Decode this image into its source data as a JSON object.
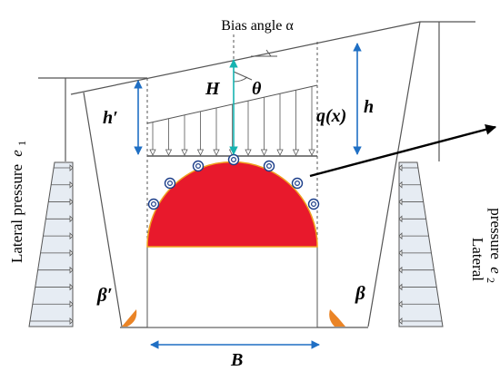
{
  "title": "Bias angle α",
  "labels": {
    "H": "H",
    "theta": "θ",
    "h_prime": "h′",
    "q_x": "q(x)",
    "h": "h",
    "B": "B",
    "beta_prime": "β′",
    "beta": "β",
    "lateral_left_main": "Lateral pressure",
    "lateral_left_sub": "1",
    "lateral_left_var": "e",
    "lateral_right_line1": "Lateral",
    "lateral_right_line2": "pressure",
    "lateral_right_var": "e",
    "lateral_right_sub": "2"
  },
  "colors": {
    "tunnel_fill": "#e8192c",
    "tunnel_edge": "#f0a01e",
    "dimension_arrow": "#1f6fc4",
    "height_arrow": "#16b3b0",
    "angle_fill": "#ea8426",
    "line": "#555555",
    "pressure_bar_fill": "#e6ecf3"
  },
  "icons": {
    "monitor_point": "concentric-circle-icon",
    "load_arrow": "triangle-arrow-icon"
  }
}
